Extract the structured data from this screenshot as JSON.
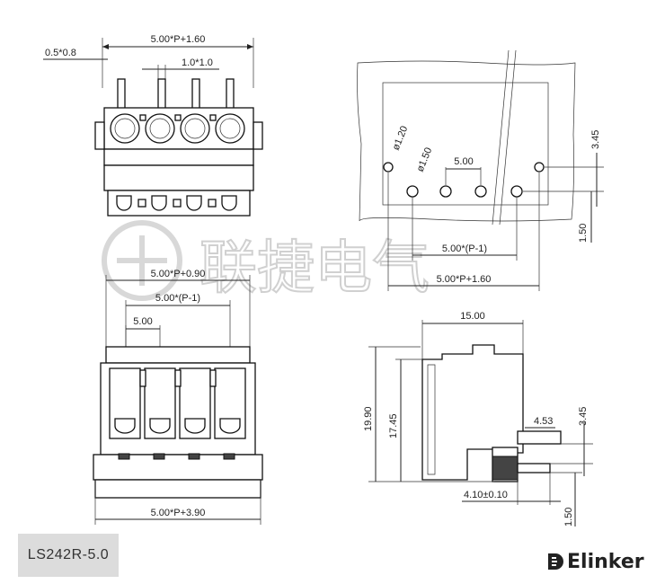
{
  "model": "LS242R-5.0",
  "brand": "Elinker",
  "watermark": "联捷电气",
  "top_view": {
    "overall_width": "5.00*P+1.60",
    "pin_section": "0.5*0.8",
    "pin_spacing": "1.0*1.0"
  },
  "front_view": {
    "width_inner": "5.00*P+0.90",
    "pitch_span": "5.00*(P-1)",
    "pitch": "5.00",
    "overall_width": "5.00*P+3.90"
  },
  "pcb_layout": {
    "hole_small": "ø1.20",
    "hole_large": "ø1.50",
    "pitch": "5.00",
    "pitch_span": "5.00*(P-1)",
    "overall": "5.00*P+1.60",
    "offset_top": "3.45",
    "offset_side": "1.50"
  },
  "side_view": {
    "depth": "15.00",
    "height": "19.90",
    "height_inner": "17.45",
    "pin_offset": "4.53",
    "pin_height": "3.45",
    "pin_length": "4.10±0.10",
    "pin_bottom": "1.50"
  },
  "colors": {
    "line": "#222222",
    "label_bg": "#dcdcdc",
    "watermark": "#d0d0d0"
  }
}
